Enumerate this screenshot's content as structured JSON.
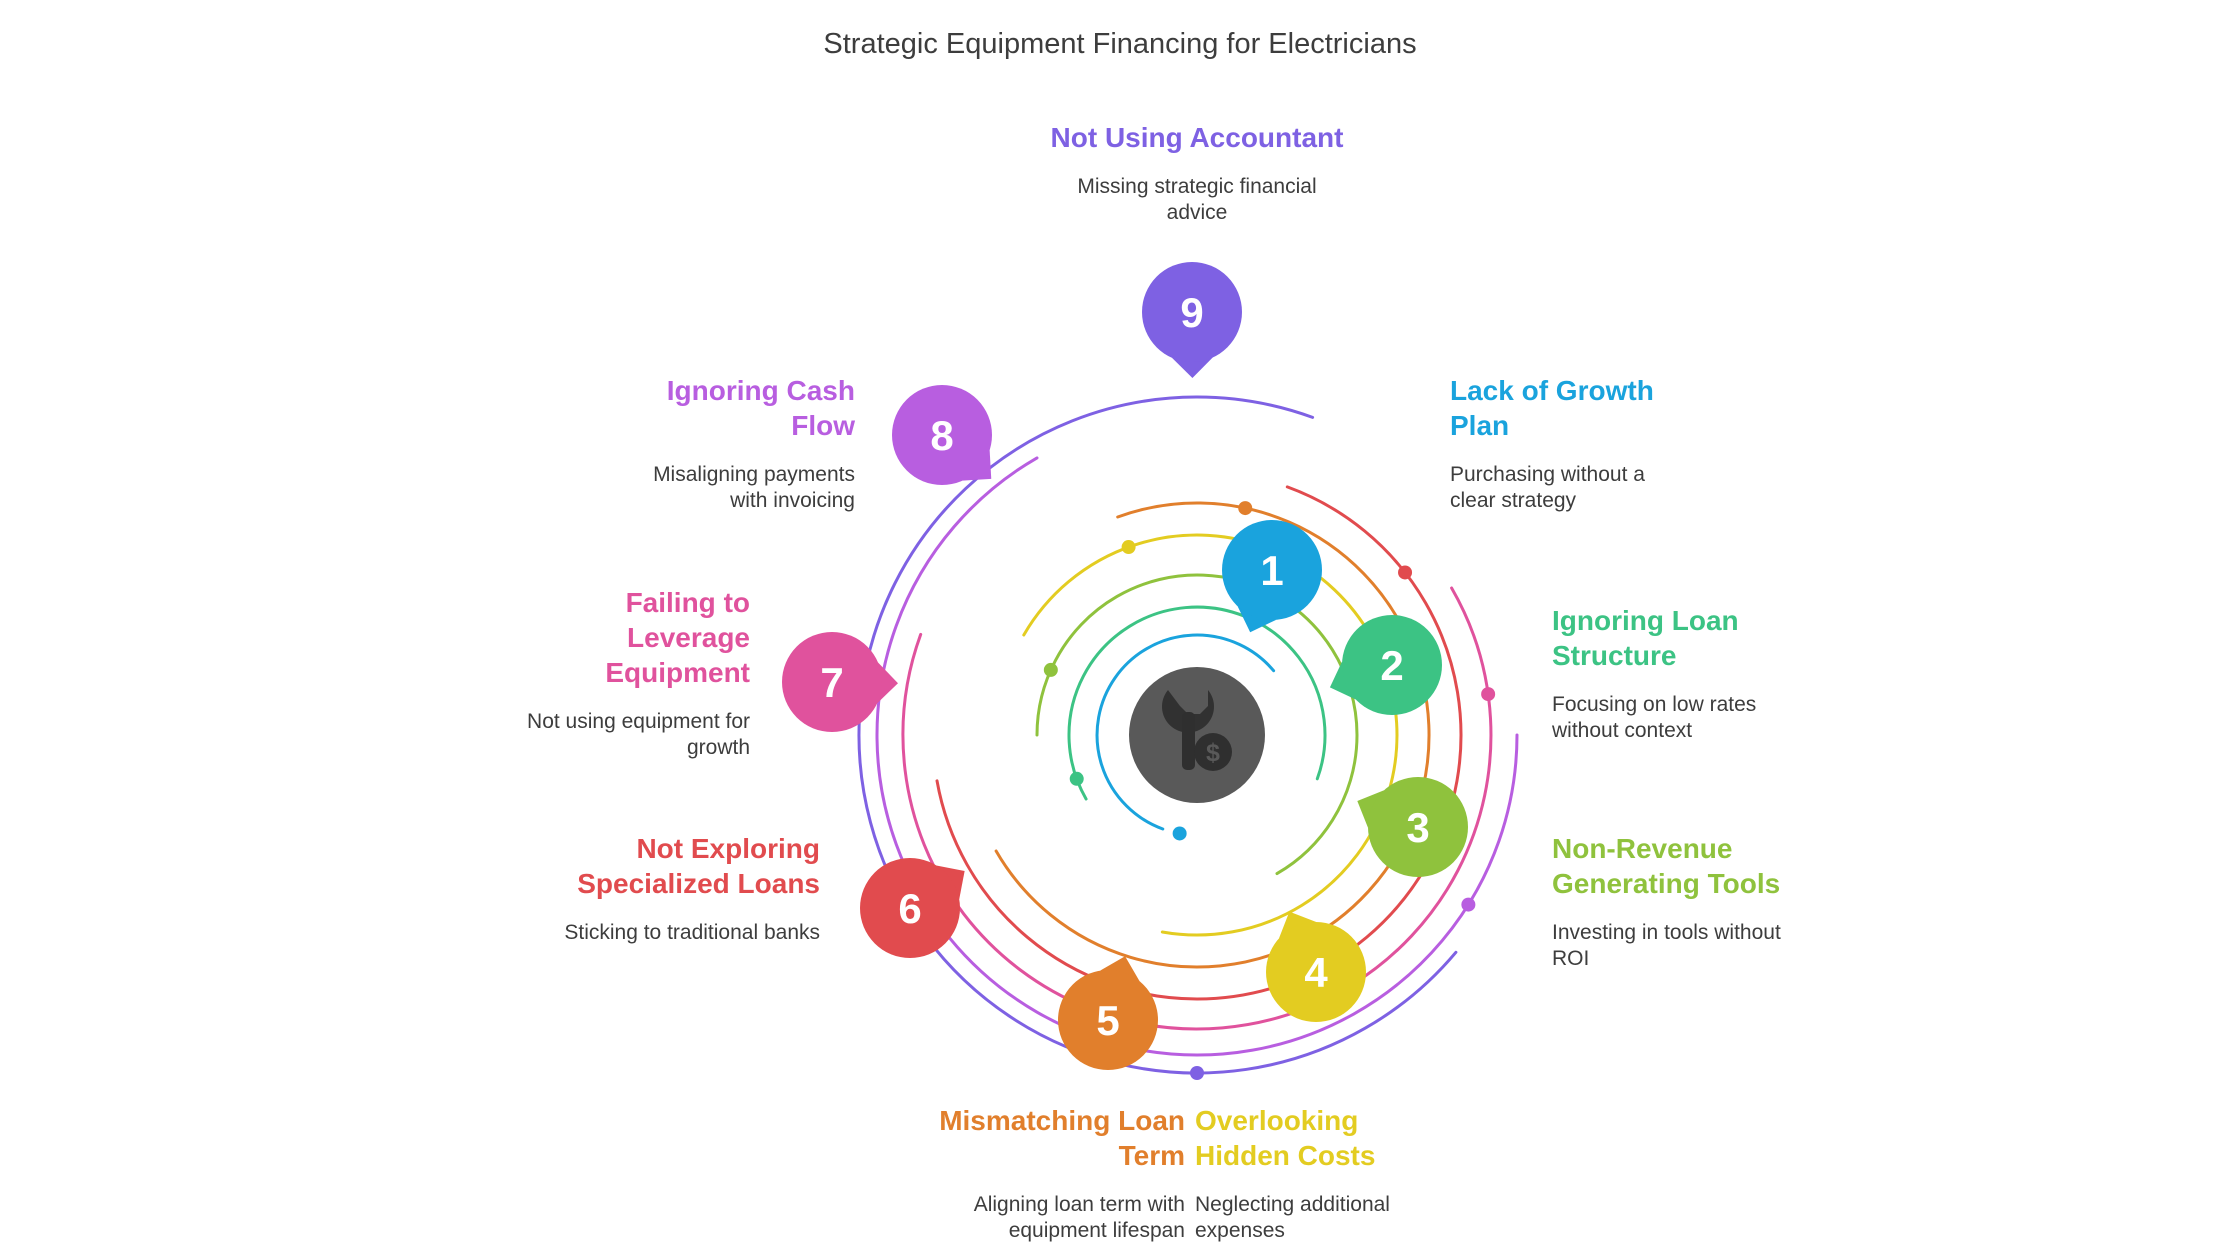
{
  "title": "Strategic Equipment Financing for Electricians",
  "center_icon": "wrench-dollar-icon",
  "center_color": "#595959",
  "items": [
    {
      "number": "1",
      "title": "Lack of Growth Plan",
      "description": "Purchasing without a clear strategy",
      "color": "#1aa3dd"
    },
    {
      "number": "2",
      "title": "Ignoring Loan Structure",
      "description": "Focusing on low rates without context",
      "color": "#3cc384"
    },
    {
      "number": "3",
      "title": "Non-Revenue Generating Tools",
      "description": "Investing in tools without ROI",
      "color": "#8fc23d"
    },
    {
      "number": "4",
      "title": "Overlooking Hidden Costs",
      "description": "Neglecting additional expenses",
      "color": "#e3cc21"
    },
    {
      "number": "5",
      "title": "Mismatching Loan Term",
      "description": "Aligning loan term with equipment lifespan",
      "color": "#e17f2c"
    },
    {
      "number": "6",
      "title": "Not Exploring Specialized Loans",
      "description": "Sticking to traditional banks",
      "color": "#e14b4e"
    },
    {
      "number": "7",
      "title": "Failing to Leverage Equipment",
      "description": "Not using equipment for growth",
      "color": "#e0529d"
    },
    {
      "number": "8",
      "title": "Ignoring Cash Flow",
      "description": "Misaligning payments with invoicing",
      "color": "#b85ee0"
    },
    {
      "number": "9",
      "title": "Not Using Accountant",
      "description": "Missing strategic financial advice",
      "color": "#7e61e3"
    }
  ]
}
